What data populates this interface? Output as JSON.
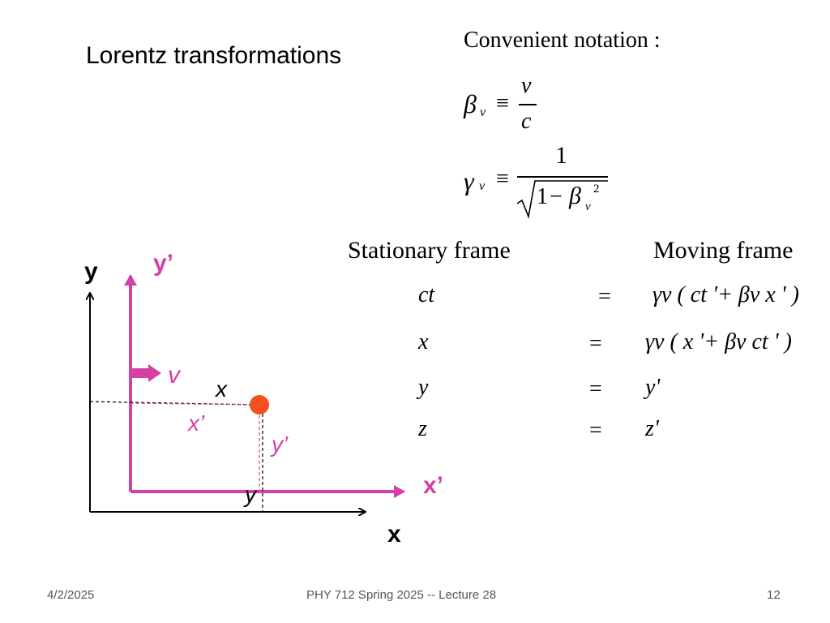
{
  "slide": {
    "title": "Lorentz transformations",
    "notation_heading": "Convenient notation :",
    "beta_def": {
      "symbol": "β",
      "sub": "v",
      "equiv": "≡",
      "num": "v",
      "den": "c"
    },
    "gamma_def": {
      "symbol": "γ",
      "sub": "v",
      "equiv": "≡",
      "num": "1",
      "den_one": "1",
      "den_minus": "−",
      "den_beta": "β",
      "den_sub": "v",
      "den_exp": "2"
    },
    "stationary_heading": "Stationary frame",
    "moving_heading": "Moving frame",
    "equations": [
      {
        "lhs": "ct",
        "eq": "=",
        "rhs": "γv ( ct '+ βv x ' )"
      },
      {
        "lhs": "x",
        "eq": "=",
        "rhs": "γv ( x '+ βv ct ' )"
      },
      {
        "lhs": "y",
        "eq": "=",
        "rhs": "y'"
      },
      {
        "lhs": "z",
        "eq": "=",
        "rhs": "z'"
      }
    ]
  },
  "diagram": {
    "axis_y": "y",
    "axis_y_prime": "y’",
    "axis_x": "x",
    "axis_x_prime": "x’",
    "velocity_label": "v",
    "point_x": "x",
    "point_x_prime": "x’",
    "point_y_prime": "y’",
    "point_y": "y",
    "colors": {
      "primed_axes": "#d63fa5",
      "point": "#f4511e",
      "axes": "#000000"
    }
  },
  "footer": {
    "date": "4/2/2025",
    "course": "PHY 712  Spring 2025 -- Lecture 28",
    "page": "12"
  }
}
